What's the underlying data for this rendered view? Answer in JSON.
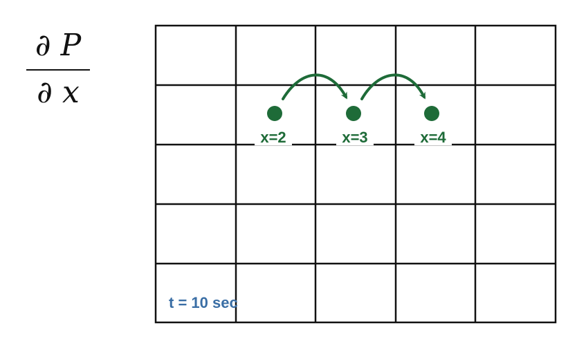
{
  "formula": {
    "numerator": "∂ P",
    "denominator": "∂ x"
  },
  "points": [
    {
      "label": "x=2"
    },
    {
      "label": "x=3"
    },
    {
      "label": "x=4"
    }
  ],
  "time_label": "t = 10 sec",
  "colors": {
    "point": "#1e6b38",
    "time": "#3a6ea5",
    "grid": "#111111"
  }
}
